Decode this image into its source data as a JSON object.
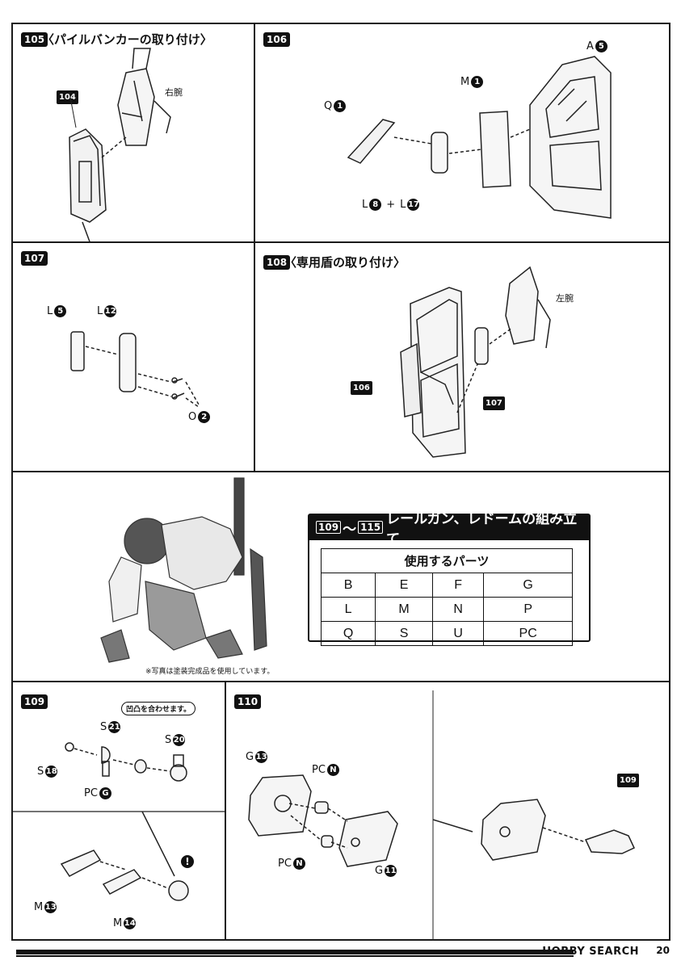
{
  "steps": {
    "s105": {
      "num": "105",
      "title": "〈パイルバンカーの取り付け〉",
      "sub_tag": "104",
      "arm": "右腕"
    },
    "s106": {
      "num": "106",
      "parts": [
        {
          "letter": "Q",
          "n": "1"
        },
        {
          "letter": "M",
          "n": "1"
        },
        {
          "letter": "A",
          "n": "5"
        }
      ],
      "combo": {
        "a_letter": "L",
        "a_n": "8",
        "plus": "+",
        "b_letter": "L",
        "b_n": "17"
      }
    },
    "s107": {
      "num": "107",
      "parts": [
        {
          "letter": "L",
          "n": "5"
        },
        {
          "letter": "L",
          "n": "12"
        },
        {
          "letter": "O",
          "n": "2"
        }
      ]
    },
    "s108": {
      "num": "108",
      "title": "〈専用盾の取り付け〉",
      "arm": "左腕",
      "tag_a": "106",
      "tag_b": "107"
    },
    "s109": {
      "num": "109",
      "callout": "凹凸を合わせます。",
      "parts": [
        {
          "letter": "S",
          "n": "21"
        },
        {
          "letter": "S",
          "n": "20"
        },
        {
          "letter": "S",
          "n": "18"
        },
        {
          "letter": "PC",
          "n": "G"
        },
        {
          "letter": "M",
          "n": "13"
        },
        {
          "letter": "M",
          "n": "14"
        }
      ],
      "warn": "!"
    },
    "s110": {
      "num": "110",
      "parts": [
        {
          "letter": "G",
          "n": "13"
        },
        {
          "letter": "PC",
          "n": "N"
        },
        {
          "letter": "PC",
          "n": "N"
        },
        {
          "letter": "G",
          "n": "11"
        }
      ],
      "tag": "109"
    }
  },
  "parts_box": {
    "from": "109",
    "tilde": "〜",
    "to": "115",
    "title": "レールガン、レドームの組み立て",
    "header": "使用するパーツ",
    "rows": [
      [
        "B",
        "E",
        "F",
        "G"
      ],
      [
        "L",
        "M",
        "N",
        "P"
      ],
      [
        "Q",
        "S",
        "U",
        "PC"
      ]
    ]
  },
  "photo_note": "※写真は塗装完成品を使用しています。",
  "footer": {
    "brand": "HOBBY SEARCH",
    "page": "20"
  }
}
